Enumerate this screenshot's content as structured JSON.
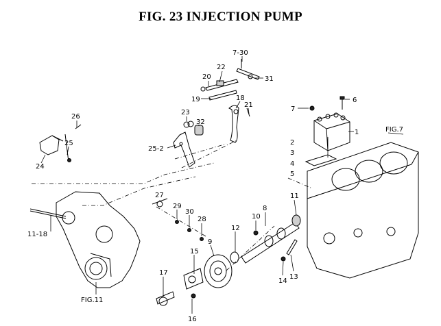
{
  "figure": {
    "title": "FIG. 23  INJECTION PUMP"
  },
  "callouts": [
    {
      "id": "c-7-30",
      "text": "7-30"
    },
    {
      "id": "c-31",
      "text": "31"
    },
    {
      "id": "c-22",
      "text": "22"
    },
    {
      "id": "c-20",
      "text": "20"
    },
    {
      "id": "c-19",
      "text": "19"
    },
    {
      "id": "c-18",
      "text": "18"
    },
    {
      "id": "c-21",
      "text": "21"
    },
    {
      "id": "c-23",
      "text": "23"
    },
    {
      "id": "c-32",
      "text": "32"
    },
    {
      "id": "c-25-2",
      "text": "25-2"
    },
    {
      "id": "c-26",
      "text": "26"
    },
    {
      "id": "c-25",
      "text": "25"
    },
    {
      "id": "c-24",
      "text": "24"
    },
    {
      "id": "c-7",
      "text": "7"
    },
    {
      "id": "c-6",
      "text": "6"
    },
    {
      "id": "c-1",
      "text": "1"
    },
    {
      "id": "c-2",
      "text": "2"
    },
    {
      "id": "c-3",
      "text": "3"
    },
    {
      "id": "c-4",
      "text": "4"
    },
    {
      "id": "c-5",
      "text": "5"
    },
    {
      "id": "c-fig7",
      "text": "FIG.7"
    },
    {
      "id": "c-27",
      "text": "27"
    },
    {
      "id": "c-29",
      "text": "29"
    },
    {
      "id": "c-30",
      "text": "30"
    },
    {
      "id": "c-28",
      "text": "28"
    },
    {
      "id": "c-10",
      "text": "10"
    },
    {
      "id": "c-8",
      "text": "8"
    },
    {
      "id": "c-11",
      "text": "11"
    },
    {
      "id": "c-12",
      "text": "12"
    },
    {
      "id": "c-9",
      "text": "9"
    },
    {
      "id": "c-15",
      "text": "15"
    },
    {
      "id": "c-17",
      "text": "17"
    },
    {
      "id": "c-16",
      "text": "16"
    },
    {
      "id": "c-14",
      "text": "14"
    },
    {
      "id": "c-13",
      "text": "13"
    },
    {
      "id": "c-11-18",
      "text": "11-18"
    },
    {
      "id": "c-fig11",
      "text": "FIG.11"
    }
  ]
}
